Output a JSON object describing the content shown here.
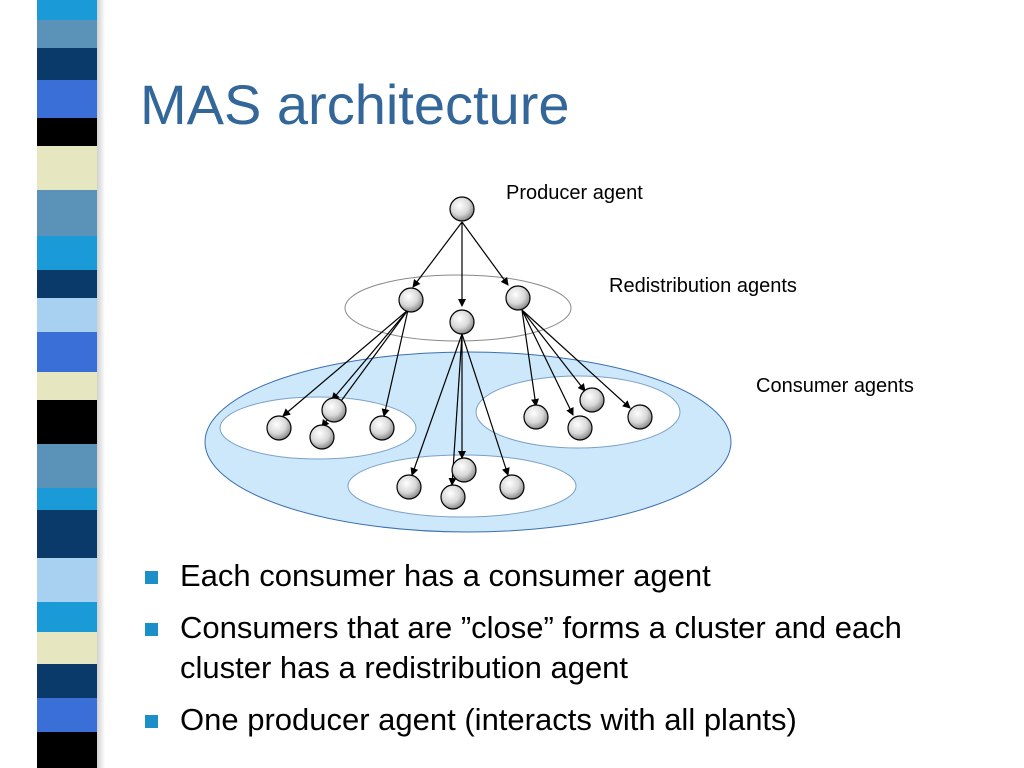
{
  "slide": {
    "title": "MAS architecture"
  },
  "diagram": {
    "labels": {
      "producer": "Producer agent",
      "redistribution": "Redistribution agents",
      "consumer": "Consumer agents"
    },
    "colors": {
      "cluster_fill": "#cce8fa",
      "ellipse_fill": "#ffffff",
      "agent_fill": "#f0f0f0",
      "agent_stroke": "#000000"
    }
  },
  "bullets": [
    "Each consumer has a consumer agent",
    "Consumers that are ”close” forms a cluster and each cluster has a redistribution agent",
    "One producer agent (interacts with all plants)"
  ],
  "theme": {
    "title_color": "#336699",
    "bullet_color": "#1a8fc8",
    "strip_colors": [
      "#3a6fb0",
      "#5b93b8",
      "#000000",
      "#e6e6c0",
      "#1a9ad6",
      "#0a3a6a",
      "#a8d0f0",
      "#3a6fd8"
    ]
  }
}
